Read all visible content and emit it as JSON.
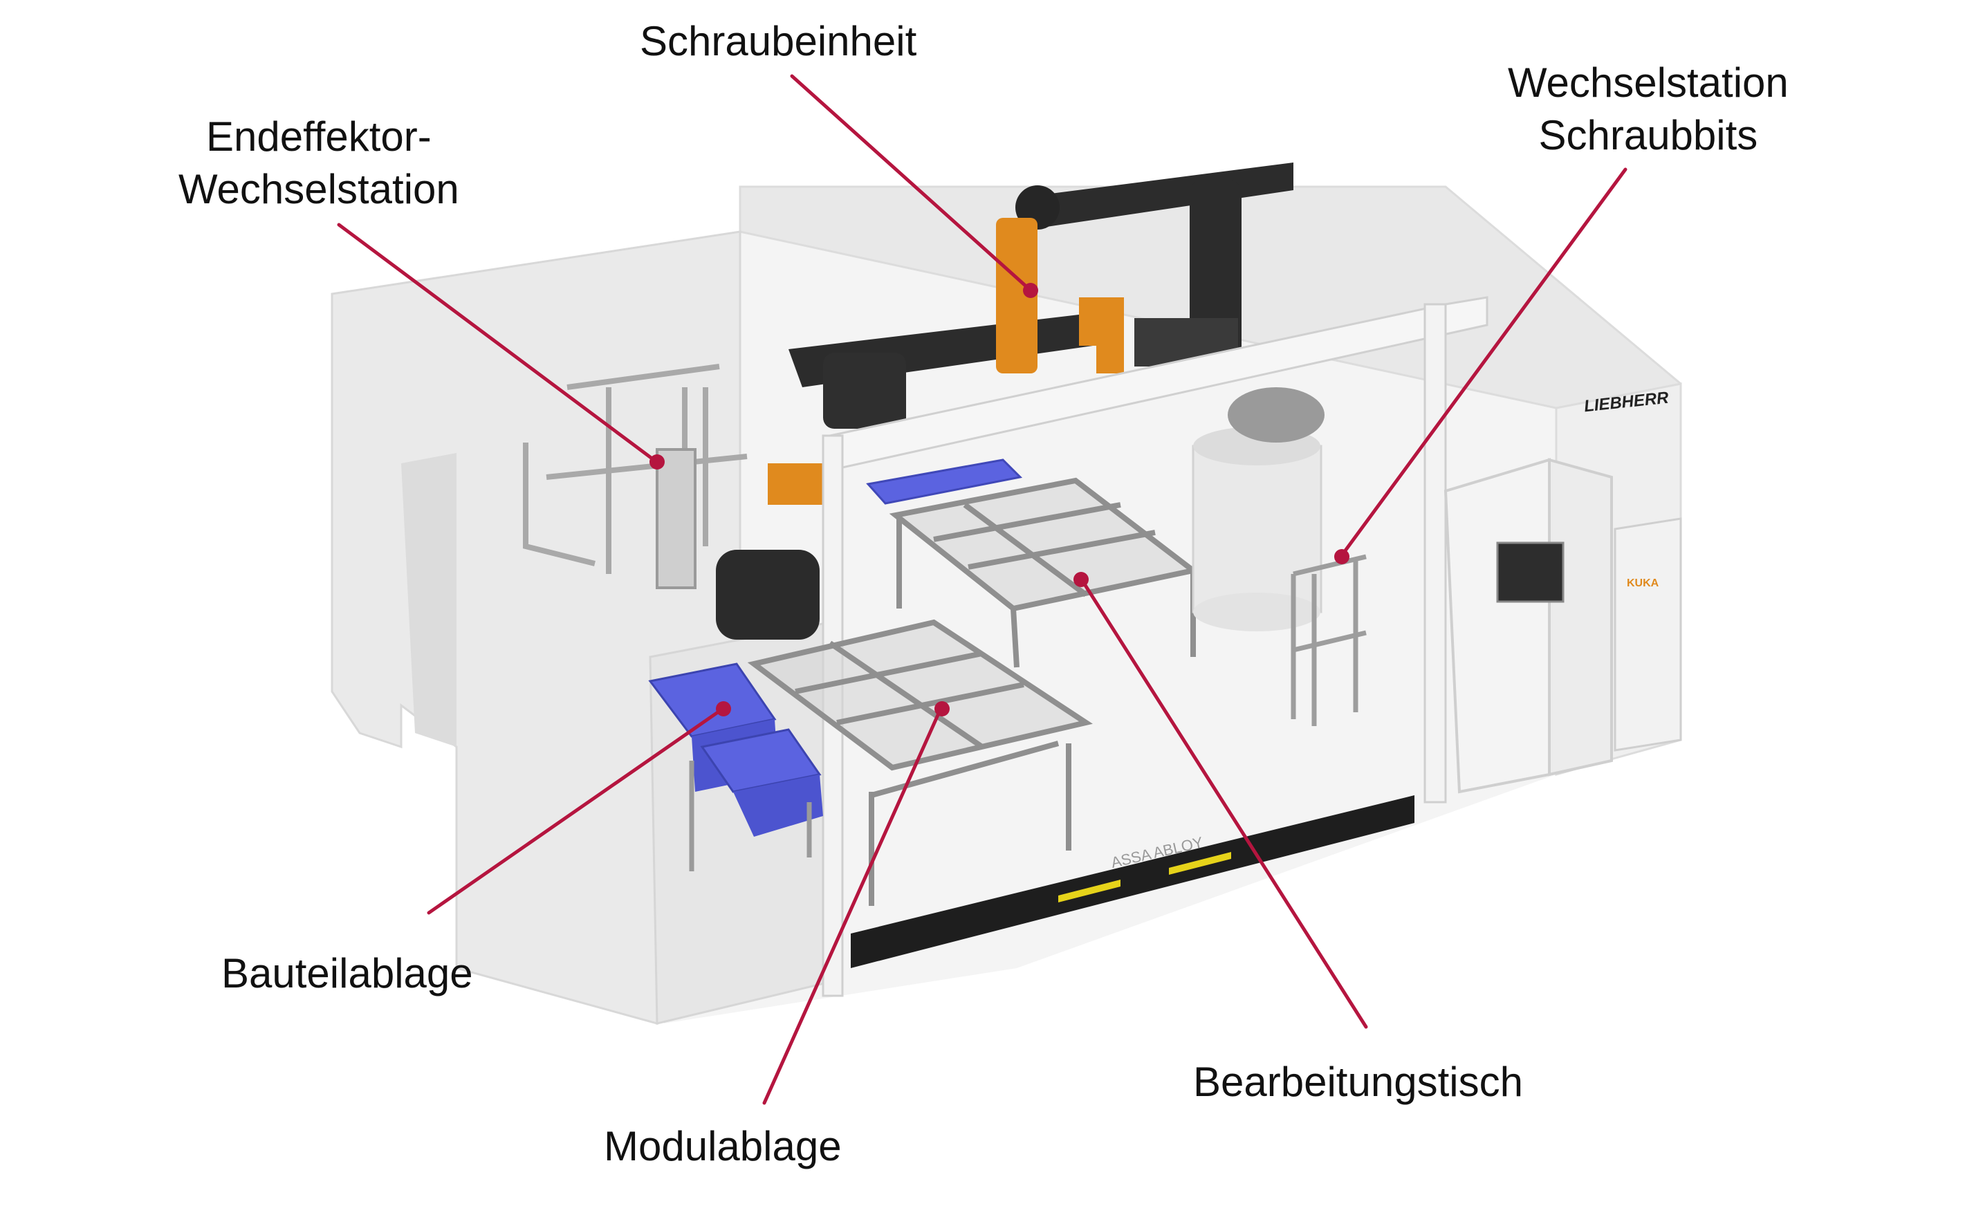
{
  "colors": {
    "callout": "#b5153f",
    "robot": "#2c2c2c",
    "accent_orange": "#e08a1e",
    "bins": "#5b63e0",
    "walls": "#ececec"
  },
  "brand_marks": {
    "cell_logo": "LIEBHERR",
    "door_logo": "ASSA ABLOY",
    "cabinet_logo": "KUKA"
  },
  "callouts": [
    {
      "id": "schraubeinheit",
      "lines": [
        "Schraubeinheit"
      ]
    },
    {
      "id": "endeffektor",
      "lines": [
        "Endeffektor-",
        "Wechselstation"
      ]
    },
    {
      "id": "wechselstation-bits",
      "lines": [
        "Wechselstation",
        "Schraubbits"
      ]
    },
    {
      "id": "bauteilablage",
      "lines": [
        "Bauteilablage"
      ]
    },
    {
      "id": "modulablage",
      "lines": [
        "Modulablage"
      ]
    },
    {
      "id": "bearbeitungstisch",
      "lines": [
        "Bearbeitungstisch"
      ]
    }
  ]
}
